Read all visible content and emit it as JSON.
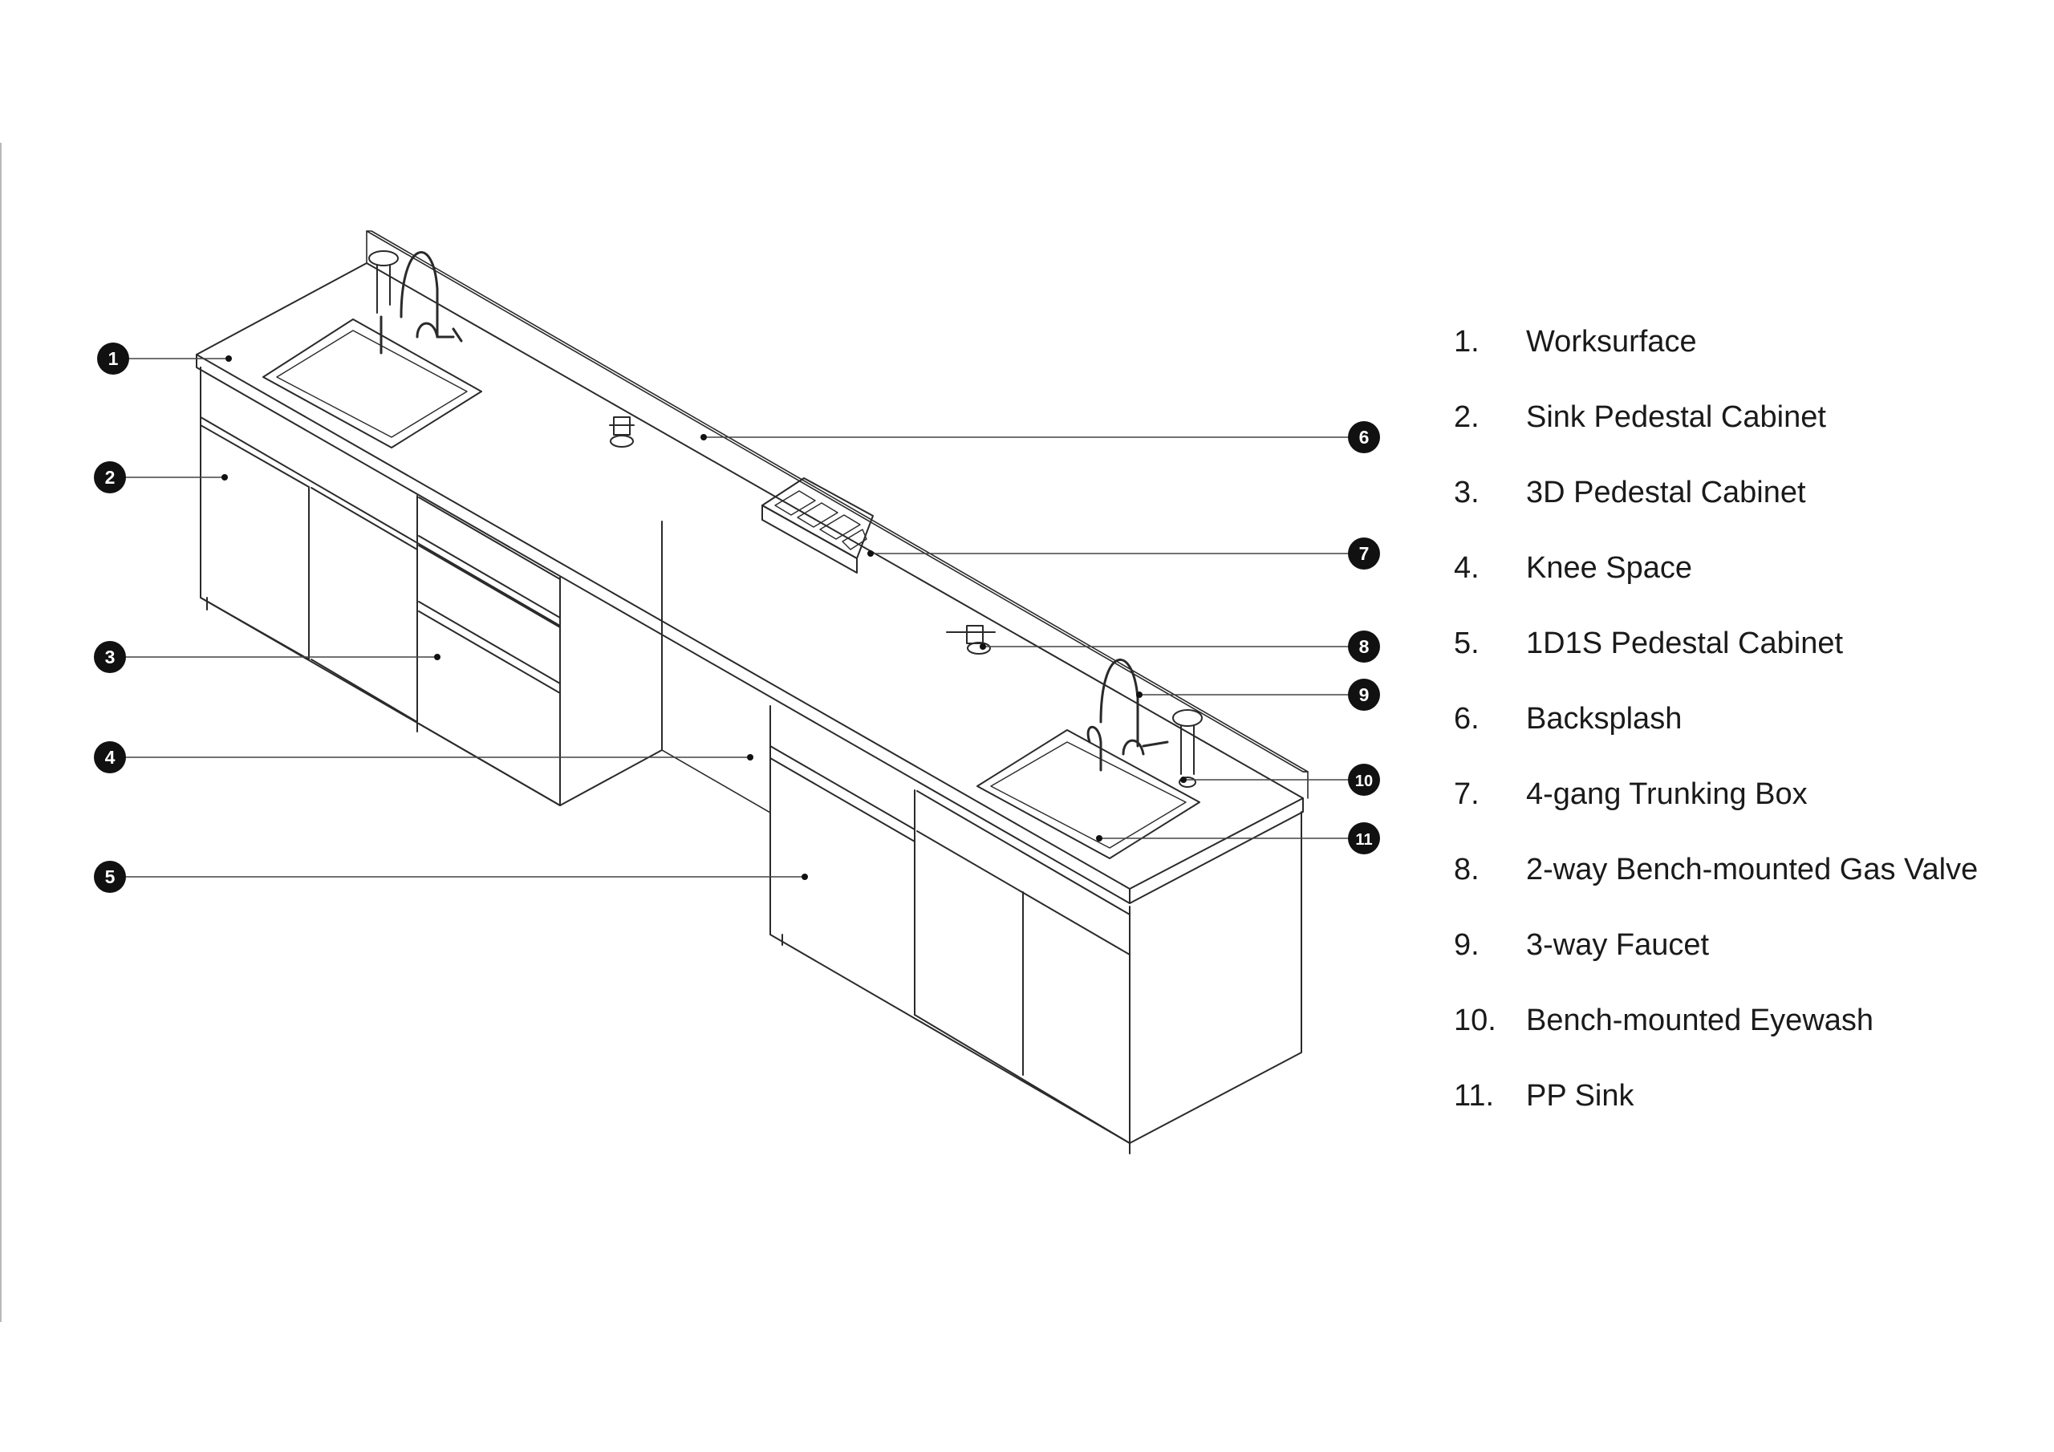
{
  "callouts": [
    {
      "number": "1",
      "label": "Worksurface"
    },
    {
      "number": "2",
      "label": "Sink Pedestal Cabinet"
    },
    {
      "number": "3",
      "label": "3D Pedestal Cabinet"
    },
    {
      "number": "4",
      "label": "Knee Space"
    },
    {
      "number": "5",
      "label": "1D1S Pedestal Cabinet"
    },
    {
      "number": "6",
      "label": "Backsplash"
    },
    {
      "number": "7",
      "label": "4-gang Trunking Box"
    },
    {
      "number": "8",
      "label": "2-way Bench-mounted Gas Valve"
    },
    {
      "number": "9",
      "label": "3-way Faucet"
    },
    {
      "number": "10",
      "label": "Bench-mounted Eyewash"
    },
    {
      "number": "11",
      "label": "PP Sink"
    }
  ],
  "legend": [
    {
      "num": "1.",
      "label": "Worksurface"
    },
    {
      "num": "2.",
      "label": "Sink Pedestal Cabinet"
    },
    {
      "num": "3.",
      "label": "3D Pedestal Cabinet"
    },
    {
      "num": "4.",
      "label": "Knee Space"
    },
    {
      "num": "5.",
      "label": "1D1S Pedestal Cabinet"
    },
    {
      "num": "6.",
      "label": "Backsplash"
    },
    {
      "num": "7.",
      "label": "4-gang Trunking Box"
    },
    {
      "num": "8.",
      "label": "2-way Bench-mounted Gas Valve"
    },
    {
      "num": "9.",
      "label": "3-way Faucet"
    },
    {
      "num": "10.",
      "label": "Bench-mounted Eyewash"
    },
    {
      "num": "11.",
      "label": "PP Sink"
    }
  ]
}
